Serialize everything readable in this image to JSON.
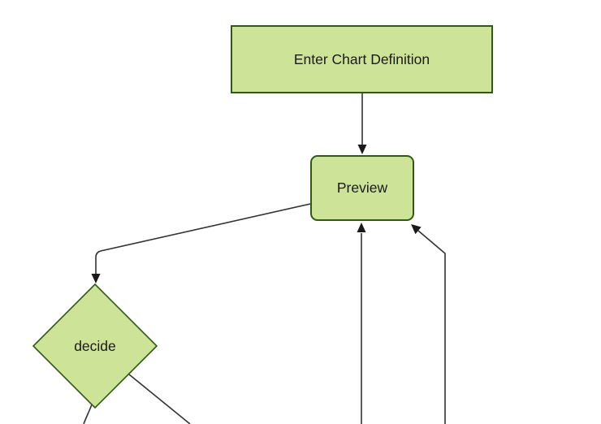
{
  "diagram": {
    "type": "flowchart",
    "background": "#ffffff",
    "colors": {
      "node_fill": "#cde498",
      "node_border": "#2e5a16",
      "edge_line": "#333333",
      "arrow_head": "#1a1a1a",
      "text": "#1a1a1a"
    },
    "nodes": {
      "enter": {
        "label": "Enter Chart Definition",
        "shape": "rectangle"
      },
      "preview": {
        "label": "Preview",
        "shape": "rounded-rectangle"
      },
      "decide": {
        "label": "decide",
        "shape": "diamond"
      }
    },
    "edges": [
      {
        "from": "enter",
        "to": "preview",
        "arrow": true
      },
      {
        "from": "preview",
        "to": "decide",
        "arrow": true
      },
      {
        "from": "offscreen-bottom",
        "to": "preview",
        "arrow": true
      },
      {
        "from": "offscreen-bottom-right",
        "to": "preview",
        "arrow": true
      },
      {
        "from": "decide",
        "to": "offscreen-bottom-left",
        "arrow": false
      },
      {
        "from": "decide",
        "to": "offscreen-bottom-right",
        "arrow": false
      }
    ]
  }
}
